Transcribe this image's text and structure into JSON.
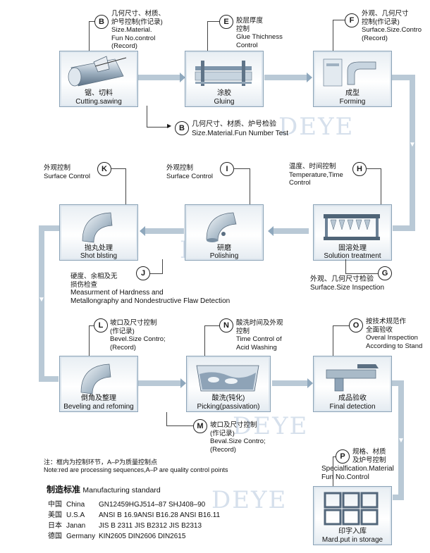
{
  "watermark": "DEYE",
  "steps": [
    {
      "id": "cut",
      "cn": "锯、切料",
      "en": "Cutting.sawing"
    },
    {
      "id": "glue",
      "cn": "涂胶",
      "en": "Gluing"
    },
    {
      "id": "form",
      "cn": "成型",
      "en": "Forming"
    },
    {
      "id": "solution",
      "cn": "固溶处理",
      "en": "Solution treatment"
    },
    {
      "id": "polish",
      "cn": "研磨",
      "en": "Polishing"
    },
    {
      "id": "shot",
      "cn": "抛丸处理",
      "en": "Shot blsting"
    },
    {
      "id": "bevel",
      "cn": "倒角及整理",
      "en": "Beveling and refoming"
    },
    {
      "id": "pickle",
      "cn": "酸洗(钝化)",
      "en": "Picking(passivation)"
    },
    {
      "id": "final",
      "cn": "成品验收",
      "en": "Final detection"
    },
    {
      "id": "storage",
      "cn": "印字入库",
      "en": "Mard.put in storage"
    }
  ],
  "controls": [
    {
      "letter": "B",
      "lines": [
        "几何尺寸、材质、",
        "炉号控制(作记录)",
        "Size.Material.",
        "Fun No.control",
        "(Record)"
      ]
    },
    {
      "letter": "E",
      "lines": [
        "胶层厚度",
        "控制",
        "Glue Thichness",
        "Control"
      ]
    },
    {
      "letter": "F",
      "lines": [
        "外观、几何尺寸",
        "控制(作记录)",
        "Surface.Size.Contro",
        "(Record)"
      ]
    },
    {
      "letter": "B",
      "lines": [
        "几何尺寸、材质、炉号检验",
        "Size.Material.Fun Number Test"
      ]
    },
    {
      "letter": "K",
      "lines": [
        "外观控制",
        "Surface Control"
      ]
    },
    {
      "letter": "I",
      "lines": [
        "外观控制",
        "Surface Control"
      ]
    },
    {
      "letter": "H",
      "lines": [
        "温度、时间控制",
        "Temperature,Time",
        "Control"
      ]
    },
    {
      "letter": "J",
      "lines": [
        "硬度、余相及无",
        "损伤检查",
        "Measurment of Hardness and",
        "Metallongraphy and Nondestructive Flaw Detection"
      ]
    },
    {
      "letter": "G",
      "lines": [
        "外观、几何尺寸检验",
        "Surface.Size Inspection"
      ]
    },
    {
      "letter": "L",
      "lines": [
        "坡口及尺寸控制",
        "(作记录)",
        "Bevel.Size Contro;",
        "(Record)"
      ]
    },
    {
      "letter": "N",
      "lines": [
        "酸洗时间及外观",
        "控制",
        "Time Control of",
        "Acid Washing"
      ]
    },
    {
      "letter": "O",
      "lines": [
        "按技术规范作",
        "全面验收",
        "Overal Inspection",
        "According to Stand"
      ]
    },
    {
      "letter": "M",
      "lines": [
        "坡口及尺寸控制",
        "(作记录)",
        "Beval.Size Contro;",
        "(Record)"
      ]
    },
    {
      "letter": "P",
      "lines": [
        "规格、材质",
        "及炉号控制",
        "Specialfication.Material",
        "Fun No.Control"
      ]
    }
  ],
  "note": {
    "cn": "注：框内为控制环节，A–P为质量控制点",
    "en": "Note:red are processing sequences,A–P are quality control points"
  },
  "standards": {
    "title_cn": "制造标准",
    "title_en": "Manufacturing standard",
    "rows": [
      {
        "cn": "中国",
        "en": "China",
        "codes": "GN12459HGJ514–87  SHJ408–90"
      },
      {
        "cn": "美国",
        "en": "U.S.A",
        "codes": "ANSI B 16.9ANSI B16.28 ANSI B16.11"
      },
      {
        "cn": "日本",
        "en": "Janan",
        "codes": "JIS B 2311 JIS B2312 JIS B2313"
      },
      {
        "cn": "德国",
        "en": "Germany",
        "codes": "KIN2605 DIN2606 DIN2615"
      }
    ]
  }
}
